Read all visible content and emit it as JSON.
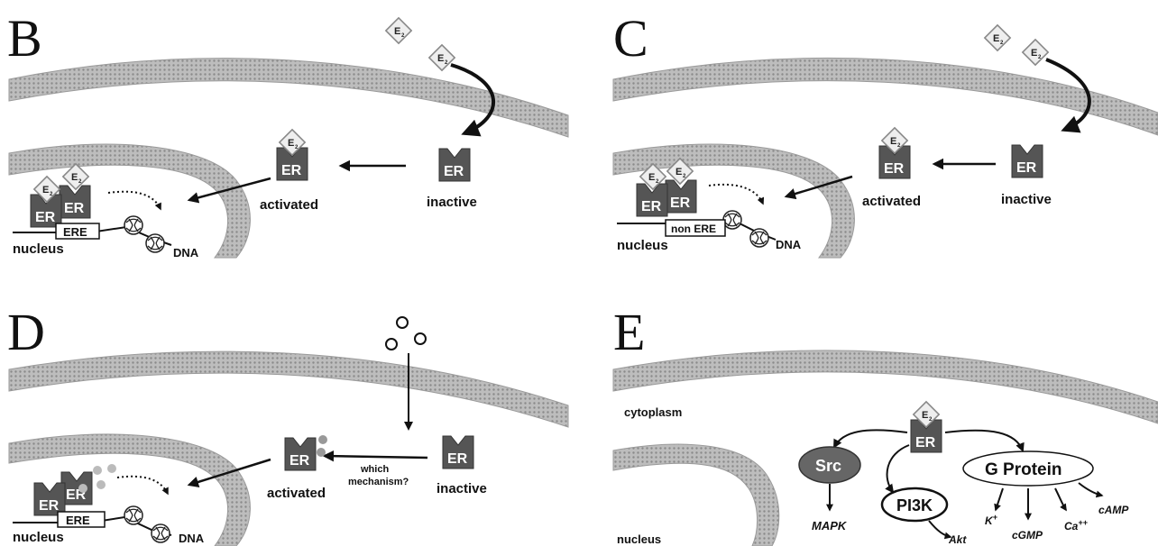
{
  "panels": {
    "B": {
      "letter": "B",
      "ligand": "E",
      "ligand_sub": "2",
      "receptor": "ER",
      "label_activated": "activated",
      "label_inactive": "inactive",
      "label_nucleus": "nucleus",
      "label_dna": "DNA",
      "label_element": "ERE"
    },
    "C": {
      "letter": "C",
      "ligand": "E",
      "ligand_sub": "2",
      "receptor": "ER",
      "label_activated": "activated",
      "label_inactive": "inactive",
      "label_nucleus": "nucleus",
      "label_dna": "DNA",
      "label_element": "non ERE"
    },
    "D": {
      "letter": "D",
      "receptor": "ER",
      "label_activated": "activated",
      "label_inactive": "inactive",
      "label_mechanism_line1": "which",
      "label_mechanism_line2": "mechanism?",
      "label_nucleus": "nucleus",
      "label_dna": "DNA",
      "label_element": "ERE"
    },
    "E": {
      "letter": "E",
      "ligand": "E",
      "ligand_sub": "2",
      "receptor": "ER",
      "label_cytoplasm": "cytoplasm",
      "label_nucleus": "nucleus",
      "src": "Src",
      "pi3k": "PI3K",
      "gprotein": "G Protein",
      "mapk": "MAPK",
      "akt": "Akt",
      "k": "K",
      "k_sup": "+",
      "cgmp": "cGMP",
      "ca": "Ca",
      "ca_sup": "++",
      "camp": "cAMP"
    }
  },
  "colors": {
    "membrane": "#b8b8b8",
    "membrane_dark": "#8c8c8c",
    "receptor": "#555555",
    "ligand_fill": "#eeeeee",
    "ligand_stroke": "#888888",
    "src_fill": "#666666"
  }
}
